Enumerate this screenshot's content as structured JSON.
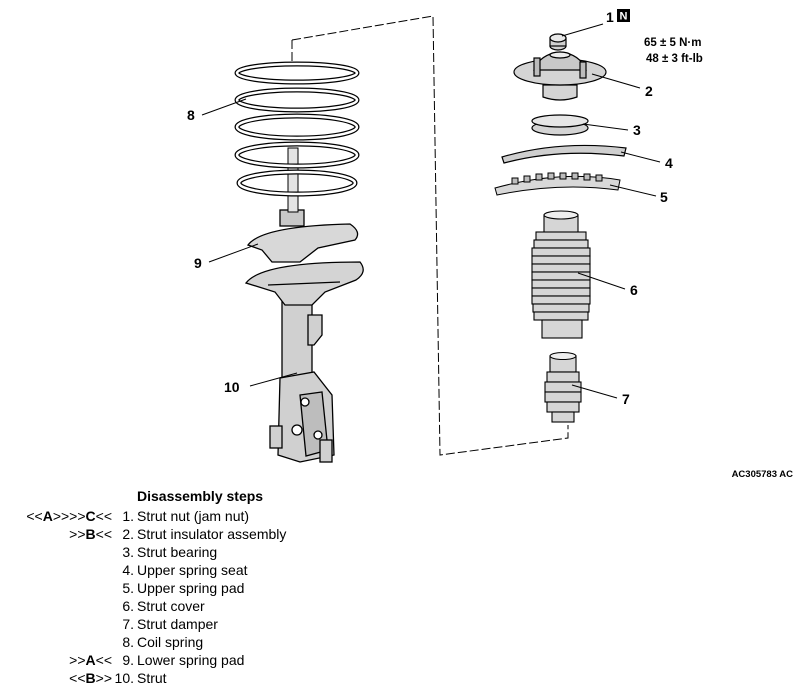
{
  "figure": {
    "id": "AC305783 AC",
    "new_part_mark": "N",
    "torque_nm": "65 ± 5 N·m",
    "torque_ftlb": "48 ± 3 ft-lb",
    "callouts": [
      "1",
      "2",
      "3",
      "4",
      "5",
      "6",
      "7",
      "8",
      "9",
      "10"
    ]
  },
  "steps": {
    "title": "Disassembly steps",
    "items": [
      {
        "num": "1.",
        "label": "Strut nut (jam nut)",
        "marks": [
          {
            "t": "<<"
          },
          {
            "t": "A",
            "b": true
          },
          {
            "t": ">>>>"
          },
          {
            "t": "C",
            "b": true
          },
          {
            "t": "<<"
          }
        ]
      },
      {
        "num": "2.",
        "label": "Strut insulator assembly",
        "marks": [
          {
            "t": ">>"
          },
          {
            "t": "B",
            "b": true
          },
          {
            "t": "<<"
          }
        ]
      },
      {
        "num": "3.",
        "label": "Strut bearing",
        "marks": []
      },
      {
        "num": "4.",
        "label": "Upper spring seat",
        "marks": []
      },
      {
        "num": "5.",
        "label": "Upper spring pad",
        "marks": []
      },
      {
        "num": "6.",
        "label": "Strut cover",
        "marks": []
      },
      {
        "num": "7.",
        "label": "Strut damper",
        "marks": []
      },
      {
        "num": "8.",
        "label": "Coil spring",
        "marks": []
      },
      {
        "num": "9.",
        "label": "Lower spring pad",
        "marks": [
          {
            "t": ">>"
          },
          {
            "t": "A",
            "b": true
          },
          {
            "t": "<<"
          }
        ]
      },
      {
        "num": "10.",
        "label": "Strut",
        "marks": [
          {
            "t": "<<"
          },
          {
            "t": "B",
            "b": true
          },
          {
            "t": ">>"
          }
        ]
      }
    ]
  }
}
